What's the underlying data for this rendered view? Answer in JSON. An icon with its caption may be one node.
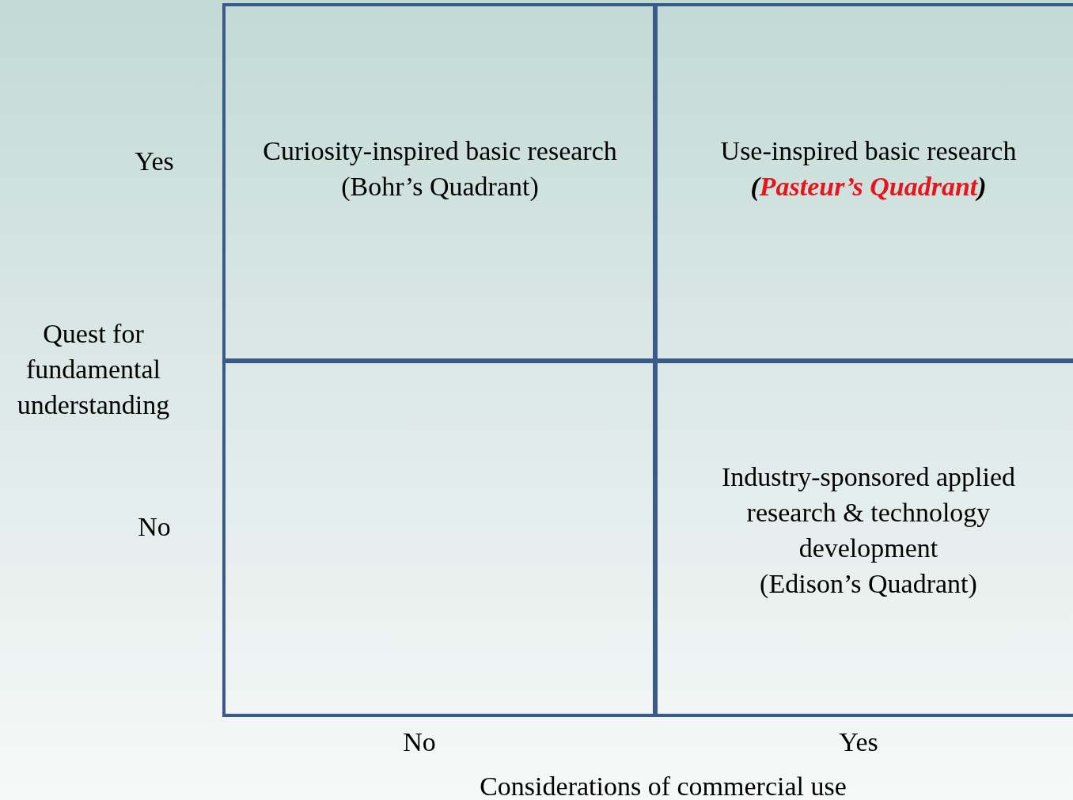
{
  "diagram": {
    "nodes": [
      {
        "text": [
          "Curiosity-inspired basic research",
          "(Bohr’s Quadrant)"
        ]
      },
      {
        "text": [
          "Use-inspired basic research",
          "(*Pasteur’s Quadrant*)"
        ]
      },
      {
        "text": [],
        "shape": "box"
      },
      {
        "text": [
          "Industry-sponsored applied research & technology development",
          "(Edison’s Quadrant)"
        ]
      }
    ],
    "labels": [
      "Yes",
      "Quest for fundamental understanding",
      "No",
      "No",
      "Yes",
      "Considerations of commercial use"
    ]
  }
}
